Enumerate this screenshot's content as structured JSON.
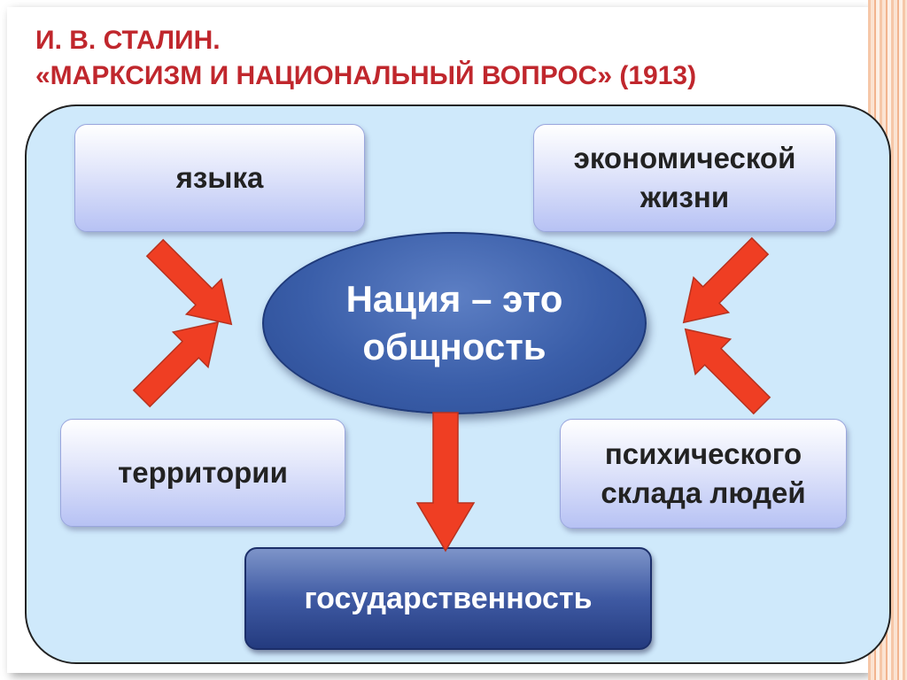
{
  "title": {
    "line1": "И. В. СТАЛИН.",
    "line2": "«МАРКСИЗМ И НАЦИОНАЛЬНЫЙ ВОПРОС» (1913)"
  },
  "center": {
    "line1": "Нация – это",
    "line2": "общность"
  },
  "boxes": {
    "language": "языка",
    "economic_line1": "экономической",
    "economic_line2": "жизни",
    "territory": "территории",
    "psych_line1": "психического",
    "psych_line2": "склада людей"
  },
  "result": "государственность",
  "colors": {
    "title": "#c0272d",
    "arrow": "#ef3e23",
    "panel": "#cfe9fb",
    "ellipse": "#3a5ea9"
  }
}
